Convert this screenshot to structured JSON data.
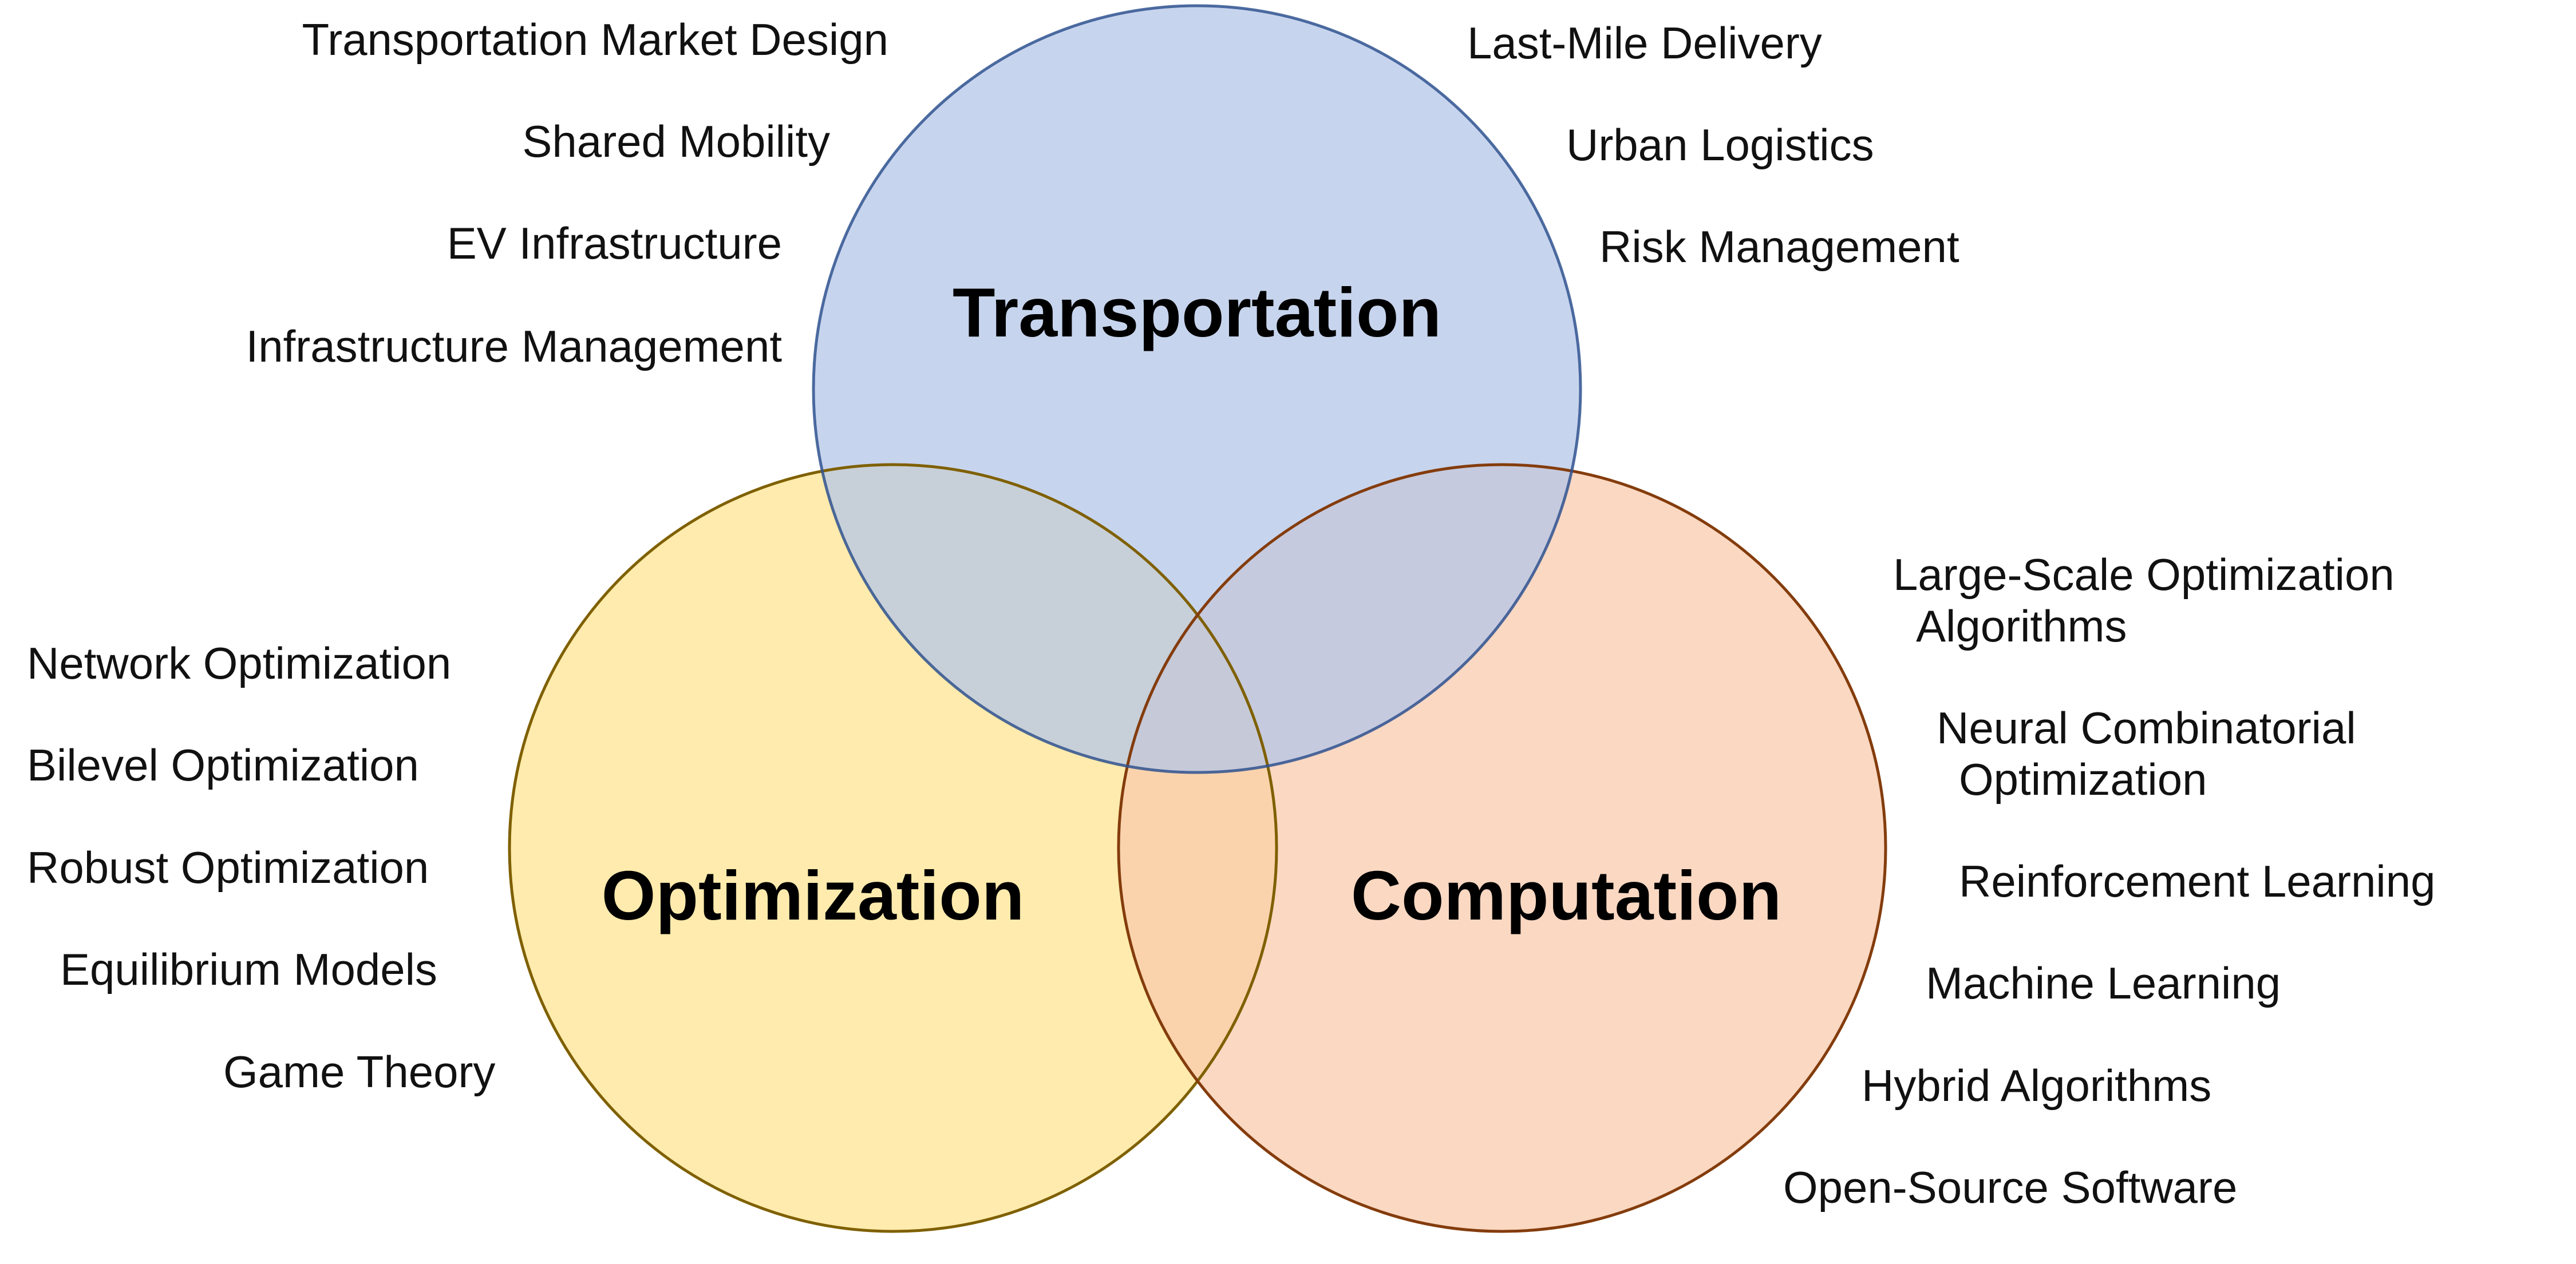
{
  "circles": {
    "transportation": {
      "label": "Transportation",
      "fill": "#b4c6e7",
      "stroke": "#2f528f"
    },
    "optimization": {
      "label": "Optimization",
      "fill": "#ffe699",
      "stroke": "#7f6000"
    },
    "computation": {
      "label": "Computation",
      "fill": "#f8cbad",
      "stroke": "#843c0c"
    }
  },
  "topics": {
    "transportation_left": [
      "Transportation Market Design",
      "Shared Mobility",
      "EV Infrastructure",
      "Infrastructure Management"
    ],
    "transportation_right": [
      "Last-Mile Delivery",
      "Urban Logistics",
      "Risk Management"
    ],
    "optimization": [
      "Network Optimization",
      "Bilevel Optimization",
      "Robust Optimization",
      "Equilibrium Models",
      "Game Theory"
    ],
    "computation": [
      [
        "Large-Scale Optimization",
        "Algorithms"
      ],
      [
        "Neural Combinatorial",
        "Optimization"
      ],
      [
        "Reinforcement Learning"
      ],
      [
        "Machine Learning"
      ],
      [
        "Hybrid Algorithms"
      ],
      [
        "Open-Source Software"
      ]
    ]
  }
}
